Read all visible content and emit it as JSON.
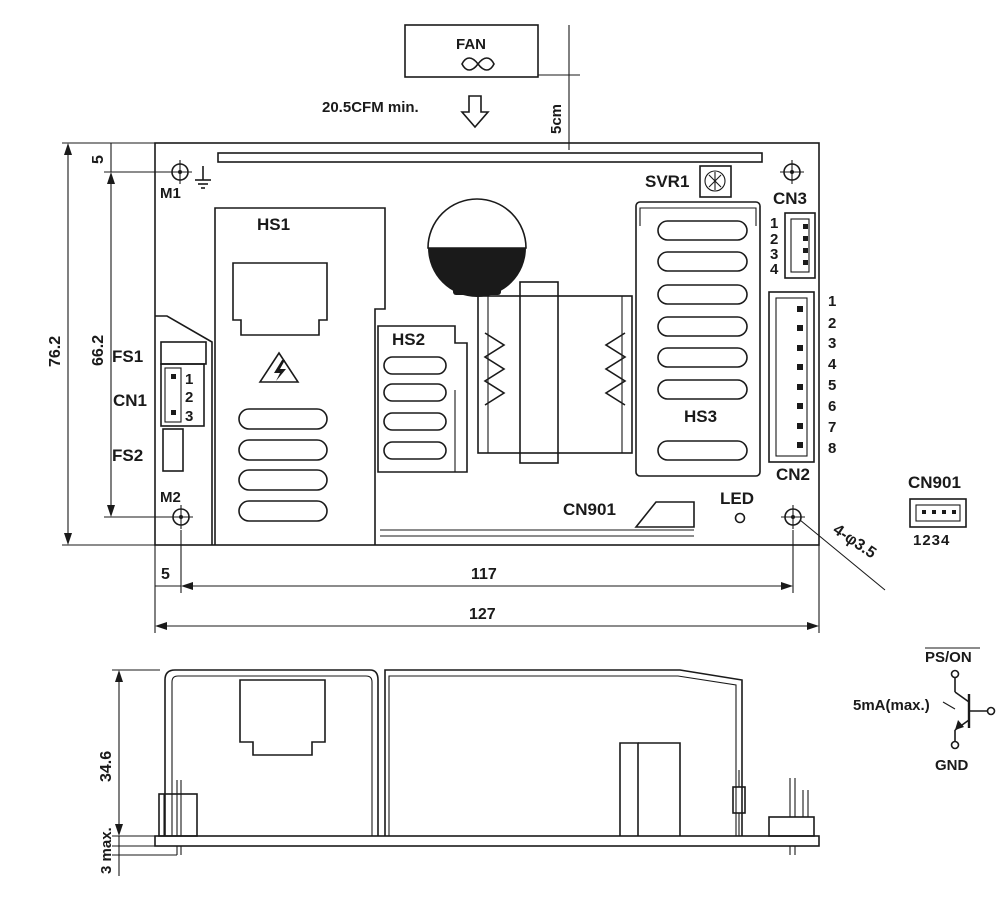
{
  "fan": {
    "label": "FAN",
    "airflow": "20.5CFM min.",
    "clearance": "5cm"
  },
  "components": {
    "m1": "M1",
    "m2": "M2",
    "svr1": "SVR1",
    "cn3": "CN3",
    "hs1": "HS1",
    "hs2": "HS2",
    "hs3": "HS3",
    "fs1": "FS1",
    "fs2": "FS2",
    "cn1": "CN1",
    "cn2": "CN2",
    "cn901": "CN901",
    "led": "LED"
  },
  "cn1_pins": [
    "1",
    "2",
    "3"
  ],
  "cn3_pins": [
    "1",
    "2",
    "3",
    "4"
  ],
  "cn2_pins": [
    "1",
    "2",
    "3",
    "4",
    "5",
    "6",
    "7",
    "8"
  ],
  "cn901_pins": "1234",
  "dimensions": {
    "width_total": "127",
    "hole_span_x": "117",
    "edge_offset_x": "5",
    "height_total": "76.2",
    "hole_span_y": "66.2",
    "edge_offset_y": "5",
    "holes": "4-φ3.5",
    "side_height": "34.6",
    "side_clearance": "3 max."
  },
  "ps_on": {
    "signal": "PS/ON",
    "current": "5mA(max.)",
    "ground": "GND"
  }
}
